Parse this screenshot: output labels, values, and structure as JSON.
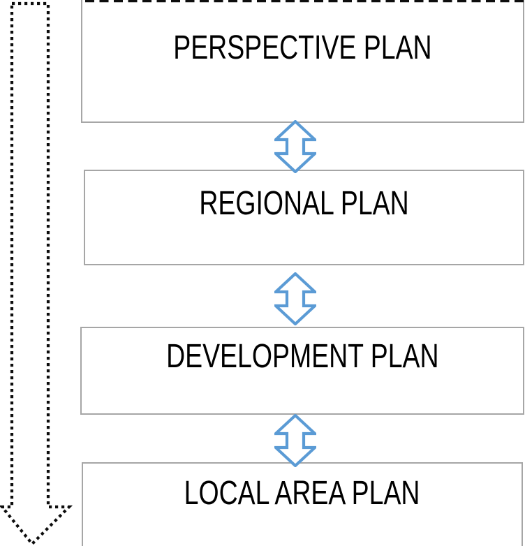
{
  "diagram": {
    "name": "plan-hierarchy-flow-diagram",
    "background_color": "#ffffff",
    "box_border_color": "#a6a6a6",
    "text_color": "#000000",
    "boxes": [
      {
        "label": "PERSPECTIVE PLAN"
      },
      {
        "label": "REGIONAL PLAN"
      },
      {
        "label": "DEVELOPMENT PLAN"
      },
      {
        "label": "LOCAL AREA PLAN"
      }
    ],
    "connectors": {
      "icon": "up-down-arrow-icon",
      "count": 3,
      "style": "outlined double-headed vertical arrow",
      "stroke_color": "#5B9BD5",
      "fill_color": "#ffffff"
    },
    "side_arrow": {
      "icon": "downward-dotted-arrow-icon",
      "style": "hollow arrow outline drawn with square dots, pointing down, cropped at top",
      "stroke_color": "#0d0d0d"
    },
    "top_edge_line": {
      "icon": "dashed-line",
      "style": "horizontal black dashed line cropped by top edge",
      "stroke_color": "#0d0d0d"
    }
  }
}
